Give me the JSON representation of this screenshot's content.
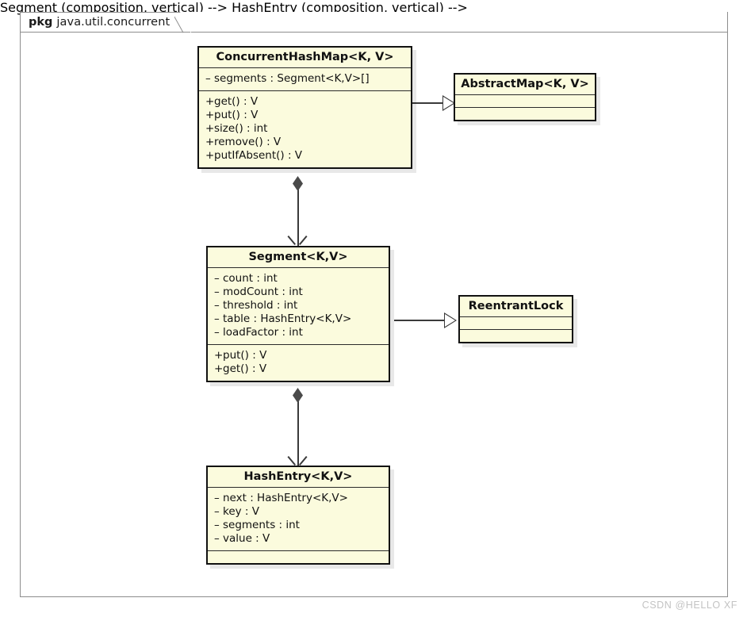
{
  "diagram": {
    "type": "uml-class-diagram",
    "package": {
      "keyword": "pkg",
      "name": "java.util.concurrent"
    },
    "watermark": "CSDN @HELLO XF",
    "colors": {
      "class_fill": "#fbfbdd",
      "class_border": "#111111",
      "frame_border": "#8d8d8d",
      "connector": "#3a3a3a",
      "background": "#ffffff",
      "watermark": "#c3c3c3"
    }
  },
  "classes": [
    {
      "id": "concurrenthashmap",
      "name": "ConcurrentHashMap<K, V>",
      "attributes": [
        {
          "visibility": "–",
          "text": "segments : Segment<K,V>[]"
        }
      ],
      "methods": [
        {
          "visibility": "+",
          "text": "get() : V"
        },
        {
          "visibility": "+",
          "text": "put() : V"
        },
        {
          "visibility": "+",
          "text": "size() : int"
        },
        {
          "visibility": "+",
          "text": "remove() : V"
        },
        {
          "visibility": "+",
          "text": "putIfAbsent() : V"
        }
      ]
    },
    {
      "id": "abstractmap",
      "name": "AbstractMap<K, V>",
      "attributes": [],
      "methods": []
    },
    {
      "id": "segment",
      "name": "Segment<K,V>",
      "attributes": [
        {
          "visibility": "–",
          "text": "count : int"
        },
        {
          "visibility": "–",
          "text": "modCount : int"
        },
        {
          "visibility": "–",
          "text": "threshold : int"
        },
        {
          "visibility": "–",
          "text": "table : HashEntry<K,V>"
        },
        {
          "visibility": "–",
          "text": "loadFactor : int"
        }
      ],
      "methods": [
        {
          "visibility": "+",
          "text": "put() : V"
        },
        {
          "visibility": "+",
          "text": "get() : V"
        }
      ]
    },
    {
      "id": "reentrantlock",
      "name": "ReentrantLock",
      "attributes": [],
      "methods": []
    },
    {
      "id": "hashentry",
      "name": "HashEntry<K,V>",
      "attributes": [
        {
          "visibility": "–",
          "text": "next : HashEntry<K,V>"
        },
        {
          "visibility": "–",
          "text": "key : V"
        },
        {
          "visibility": "–",
          "text": "segments : int"
        },
        {
          "visibility": "–",
          "text": "value : V"
        }
      ],
      "methods": []
    }
  ],
  "relationships": [
    {
      "from": "ConcurrentHashMap<K, V>",
      "to": "AbstractMap<K, V>",
      "type": "generalization"
    },
    {
      "from": "ConcurrentHashMap<K, V>",
      "to": "Segment<K,V>",
      "type": "composition"
    },
    {
      "from": "Segment<K,V>",
      "to": "ReentrantLock",
      "type": "generalization"
    },
    {
      "from": "Segment<K,V>",
      "to": "HashEntry<K,V>",
      "type": "composition"
    }
  ]
}
